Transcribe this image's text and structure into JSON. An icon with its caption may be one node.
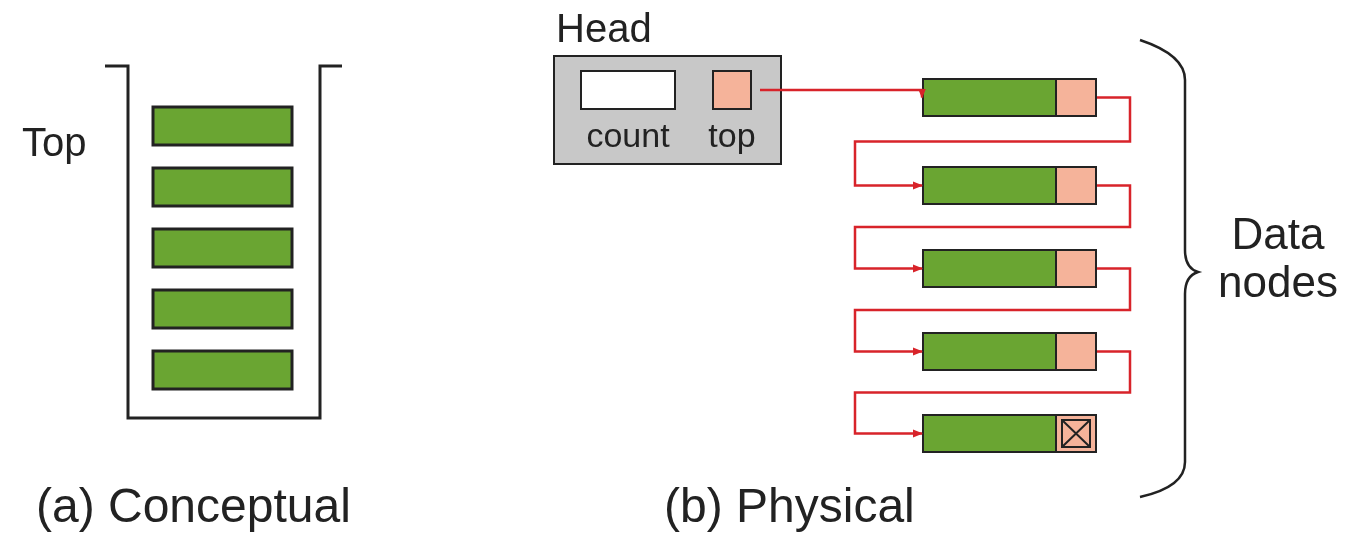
{
  "diagram": {
    "nodes": [
      {
        "text": [
          "Head"
        ]
      },
      {
        "text": [
          "count"
        ],
        "in": 0
      },
      {
        "text": [
          "top"
        ],
        "in": 0
      },
      {
        "text": [],
        "shape": "bar"
      },
      {
        "text": [],
        "shape": "bar"
      },
      {
        "text": [],
        "shape": "bar"
      },
      {
        "text": [],
        "shape": "bar"
      },
      {
        "text": [],
        "shape": "bar"
      }
    ],
    "edges": [
      {
        "from": 2,
        "to": 3,
        "arrow": "to"
      },
      {
        "from": 3,
        "to": 4,
        "arrow": "to"
      },
      {
        "from": 4,
        "to": 5,
        "arrow": "to"
      },
      {
        "from": 5,
        "to": 6,
        "arrow": "to"
      },
      {
        "from": 6,
        "to": 7,
        "arrow": "to"
      }
    ],
    "labels": [
      "Top",
      "Data nodes",
      "(a) Conceptual",
      "(b) Physical"
    ]
  }
}
